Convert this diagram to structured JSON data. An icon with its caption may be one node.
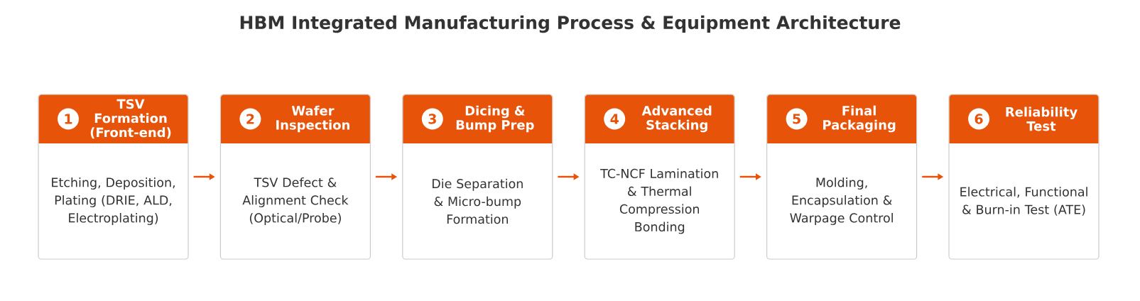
{
  "diagram": {
    "title": "HBM Integrated Manufacturing Process & Equipment Architecture",
    "nodes": [
      {
        "text": [
          "1",
          "TSV Formation (Front-end)",
          "Etching, Deposition, Plating (DRIE, ALD, Electroplating)"
        ]
      },
      {
        "text": [
          "2",
          "Wafer Inspection",
          "TSV Defect & Alignment Check (Optical/Probe)"
        ]
      },
      {
        "text": [
          "3",
          "Dicing & Bump Prep",
          "Die Separation & Micro-bump Formation"
        ]
      },
      {
        "text": [
          "4",
          "Advanced Stacking",
          "TC-NCF Lamination & Thermal Compression Bonding"
        ]
      },
      {
        "text": [
          "5",
          "Final Packaging",
          "Molding, Encapsulation & Warpage Control"
        ]
      },
      {
        "text": [
          "6",
          "Reliability Test",
          "Electrical, Functional & Burn-in Test (ATE)"
        ]
      }
    ],
    "edges": [
      {
        "from": 0,
        "to": 1,
        "arrow": "to"
      },
      {
        "from": 1,
        "to": 2,
        "arrow": "to"
      },
      {
        "from": 2,
        "to": 3,
        "arrow": "to"
      },
      {
        "from": 3,
        "to": 4,
        "arrow": "to"
      },
      {
        "from": 4,
        "to": 5,
        "arrow": "to"
      }
    ]
  }
}
